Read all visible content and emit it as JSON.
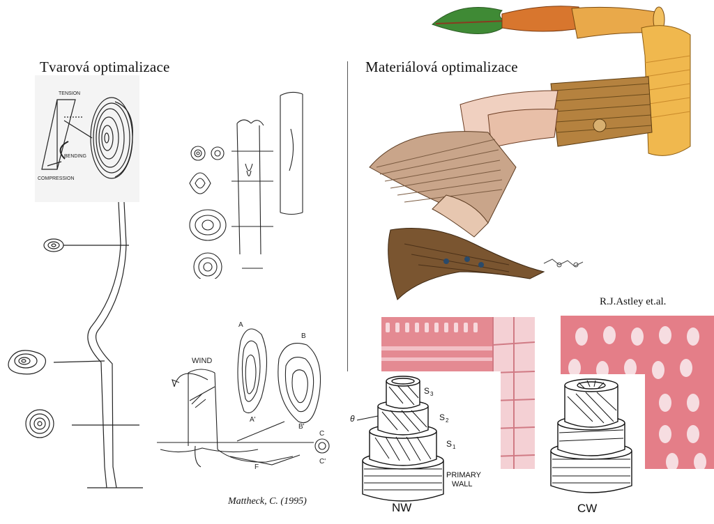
{
  "left_panel": {
    "title": "Tvarová optimalizace",
    "credit": "Mattheck, C.  (1995)",
    "sketch_labels": {
      "tension": "TENSION",
      "bending": "BENDING",
      "compression": "COMPRESSION",
      "wind": "WIND",
      "a": "A",
      "a_prime": "A'",
      "b": "B",
      "b_prime": "B'",
      "c": "C",
      "c_prime": "C'",
      "f": "F"
    }
  },
  "right_panel": {
    "title": "Materiálová optimalizace",
    "credit": "R.J.Astley et.al.",
    "cell_wall_labels": {
      "s3": "S",
      "s3_sub": "3",
      "s2": "S",
      "s2_sub": "2",
      "s1": "S",
      "s1_sub": "1",
      "theta": "θ",
      "primary": "PRIMARY",
      "wall": "WALL"
    },
    "nw_label": "NW",
    "cw_label": "CW"
  },
  "colors": {
    "micrograph_pink": "#e8898f",
    "micrograph_light": "#f4d0d4",
    "wood_orange": "#e5a744",
    "leaf_green": "#3f8a35",
    "bark_brown": "#7a5530"
  }
}
